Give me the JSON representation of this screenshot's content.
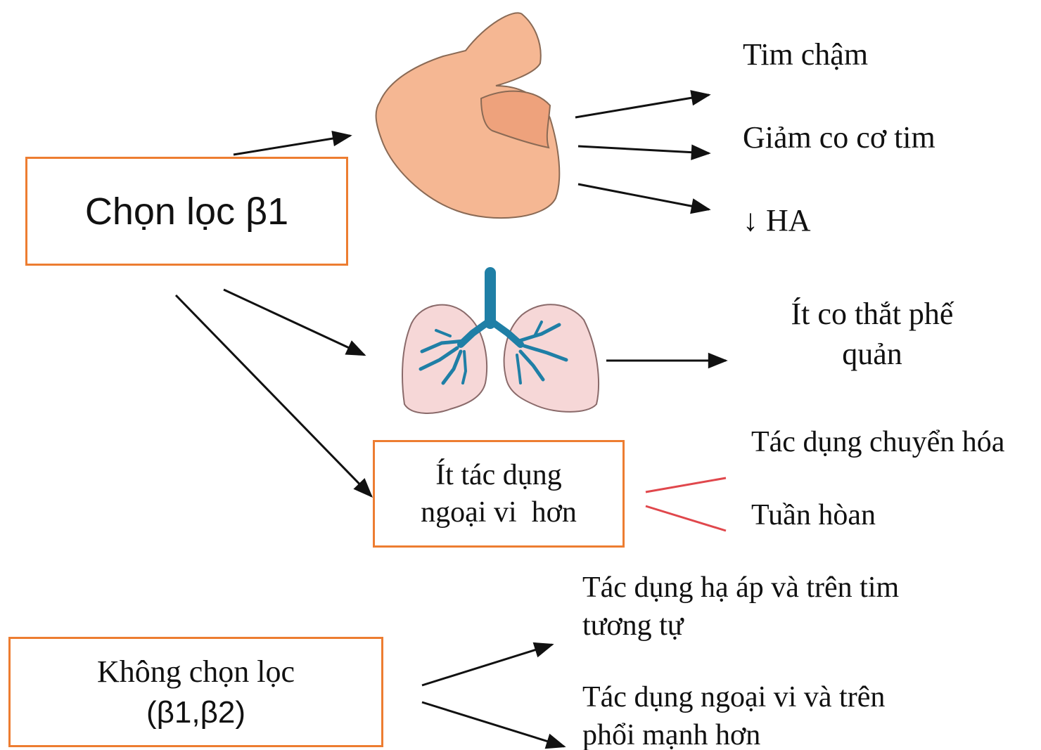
{
  "selective_box": {
    "label": "Chọn lọc β1"
  },
  "heart_effects": {
    "slow_heart": "Tim chậm",
    "reduced_contractility": "Giảm co cơ tim",
    "lower_bp": "↓ HA"
  },
  "lung_effect": {
    "label": "Ít co thắt phế quản"
  },
  "peripheral_box": {
    "line1": "Ít tác dụng",
    "line2": "ngoại vi  hơn"
  },
  "peripheral_effects": {
    "metabolic": "Tác dụng chuyển hóa",
    "circulation": "Tuần hòan"
  },
  "nonselective_box": {
    "line1": "Không chọn lọc",
    "line2": "(β1,β2)"
  },
  "nonselective_effects": {
    "bp_heart": "Tác dụng hạ áp và trên tim tương tự",
    "peripheral_lung": "Tác dụng ngoại vi và trên phổi mạnh hơn"
  },
  "colors": {
    "box_border": "#ed7d31",
    "heart_fill": "#f5b793",
    "lung_fill": "#f6d7d7",
    "bronchi": "#1f7fa6",
    "red_line": "#e0474c"
  }
}
